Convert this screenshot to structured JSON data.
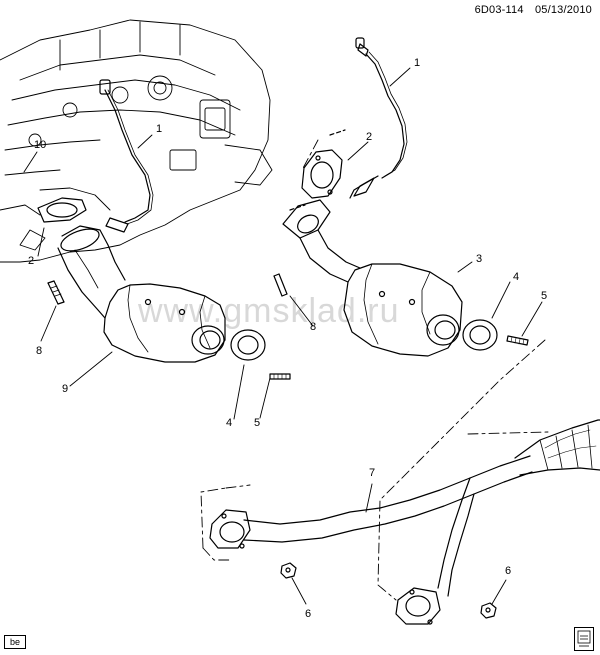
{
  "header": {
    "drawing_number": "6D03-114",
    "date": "05/13/2010"
  },
  "watermark": "www.gmsklad.ru",
  "corner_tag": "be",
  "callouts": [
    {
      "id": "c1a",
      "label": "1"
    },
    {
      "id": "c1b",
      "label": "1"
    },
    {
      "id": "c2a",
      "label": "2"
    },
    {
      "id": "c2b",
      "label": "2"
    },
    {
      "id": "c3",
      "label": "3"
    },
    {
      "id": "c4a",
      "label": "4"
    },
    {
      "id": "c4b",
      "label": "4"
    },
    {
      "id": "c5a",
      "label": "5"
    },
    {
      "id": "c5b",
      "label": "5"
    },
    {
      "id": "c6a",
      "label": "6"
    },
    {
      "id": "c6b",
      "label": "6"
    },
    {
      "id": "c7",
      "label": "7"
    },
    {
      "id": "c8a",
      "label": "8"
    },
    {
      "id": "c8b",
      "label": "8"
    },
    {
      "id": "c9",
      "label": "9"
    },
    {
      "id": "c10",
      "label": "10"
    }
  ]
}
